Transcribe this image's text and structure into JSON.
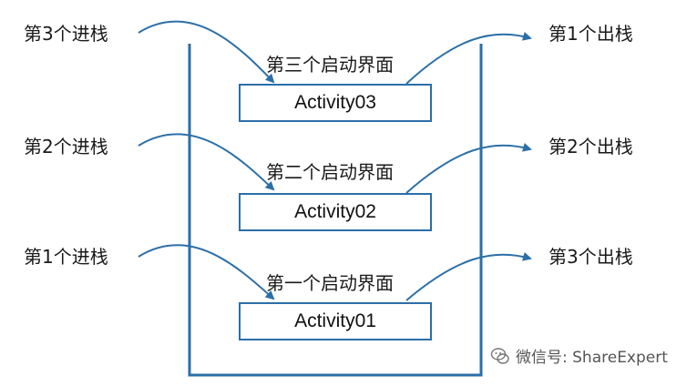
{
  "colors": {
    "stack": "#2b6fa8",
    "arrow": "#2b6fa8",
    "text": "#1a1a1a"
  },
  "push_labels": [
    "第3个进栈",
    "第2个进栈",
    "第1个进栈"
  ],
  "pop_labels": [
    "第1个出栈",
    "第2个出栈",
    "第3个出栈"
  ],
  "screens": [
    {
      "caption": "第三个启动界面",
      "activity": "Activity03"
    },
    {
      "caption": "第二个启动界面",
      "activity": "Activity02"
    },
    {
      "caption": "第一个启动界面",
      "activity": "Activity01"
    }
  ],
  "watermark": {
    "icon": "wechat-icon",
    "text": "微信号: ShareExpert"
  }
}
